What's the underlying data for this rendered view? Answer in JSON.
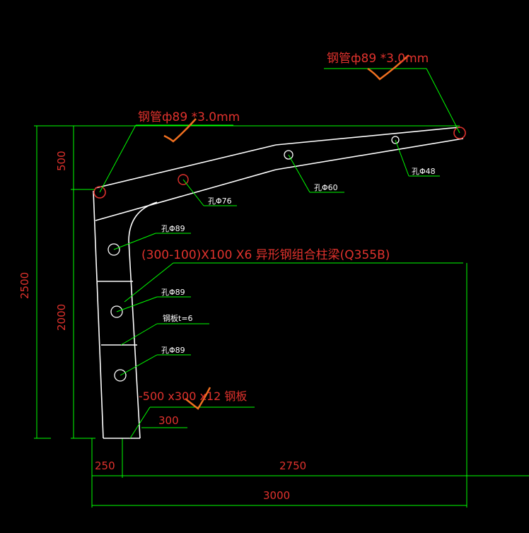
{
  "colors": {
    "background": "#000000",
    "geometry": "#ffffff",
    "leader": "#00ff00",
    "red_text": "#e0322d",
    "annotation_mark": "#f07020"
  },
  "labels": {
    "pipe_top_right": "钢管ф89 *3.0mm",
    "pipe_left": "钢管ф89 *3.0mm",
    "hole_48": "孔Φ48",
    "hole_60": "孔Φ60",
    "hole_76": "孔Φ76",
    "hole_89_a": "孔Φ89",
    "hole_89_b": "孔Φ89",
    "hole_89_c": "孔Φ89",
    "column_beam": "(300-100)X100 X6 异形钢组合柱梁(Q355B)",
    "plate_t6": "钢板t=6",
    "base_plate": "-500 x300 x12 钢板"
  },
  "dimensions": {
    "d500": "500",
    "d2000": "2000",
    "d2500": "2500",
    "d300": "300",
    "d250": "250",
    "d2750": "2750",
    "d3000": "3000"
  }
}
